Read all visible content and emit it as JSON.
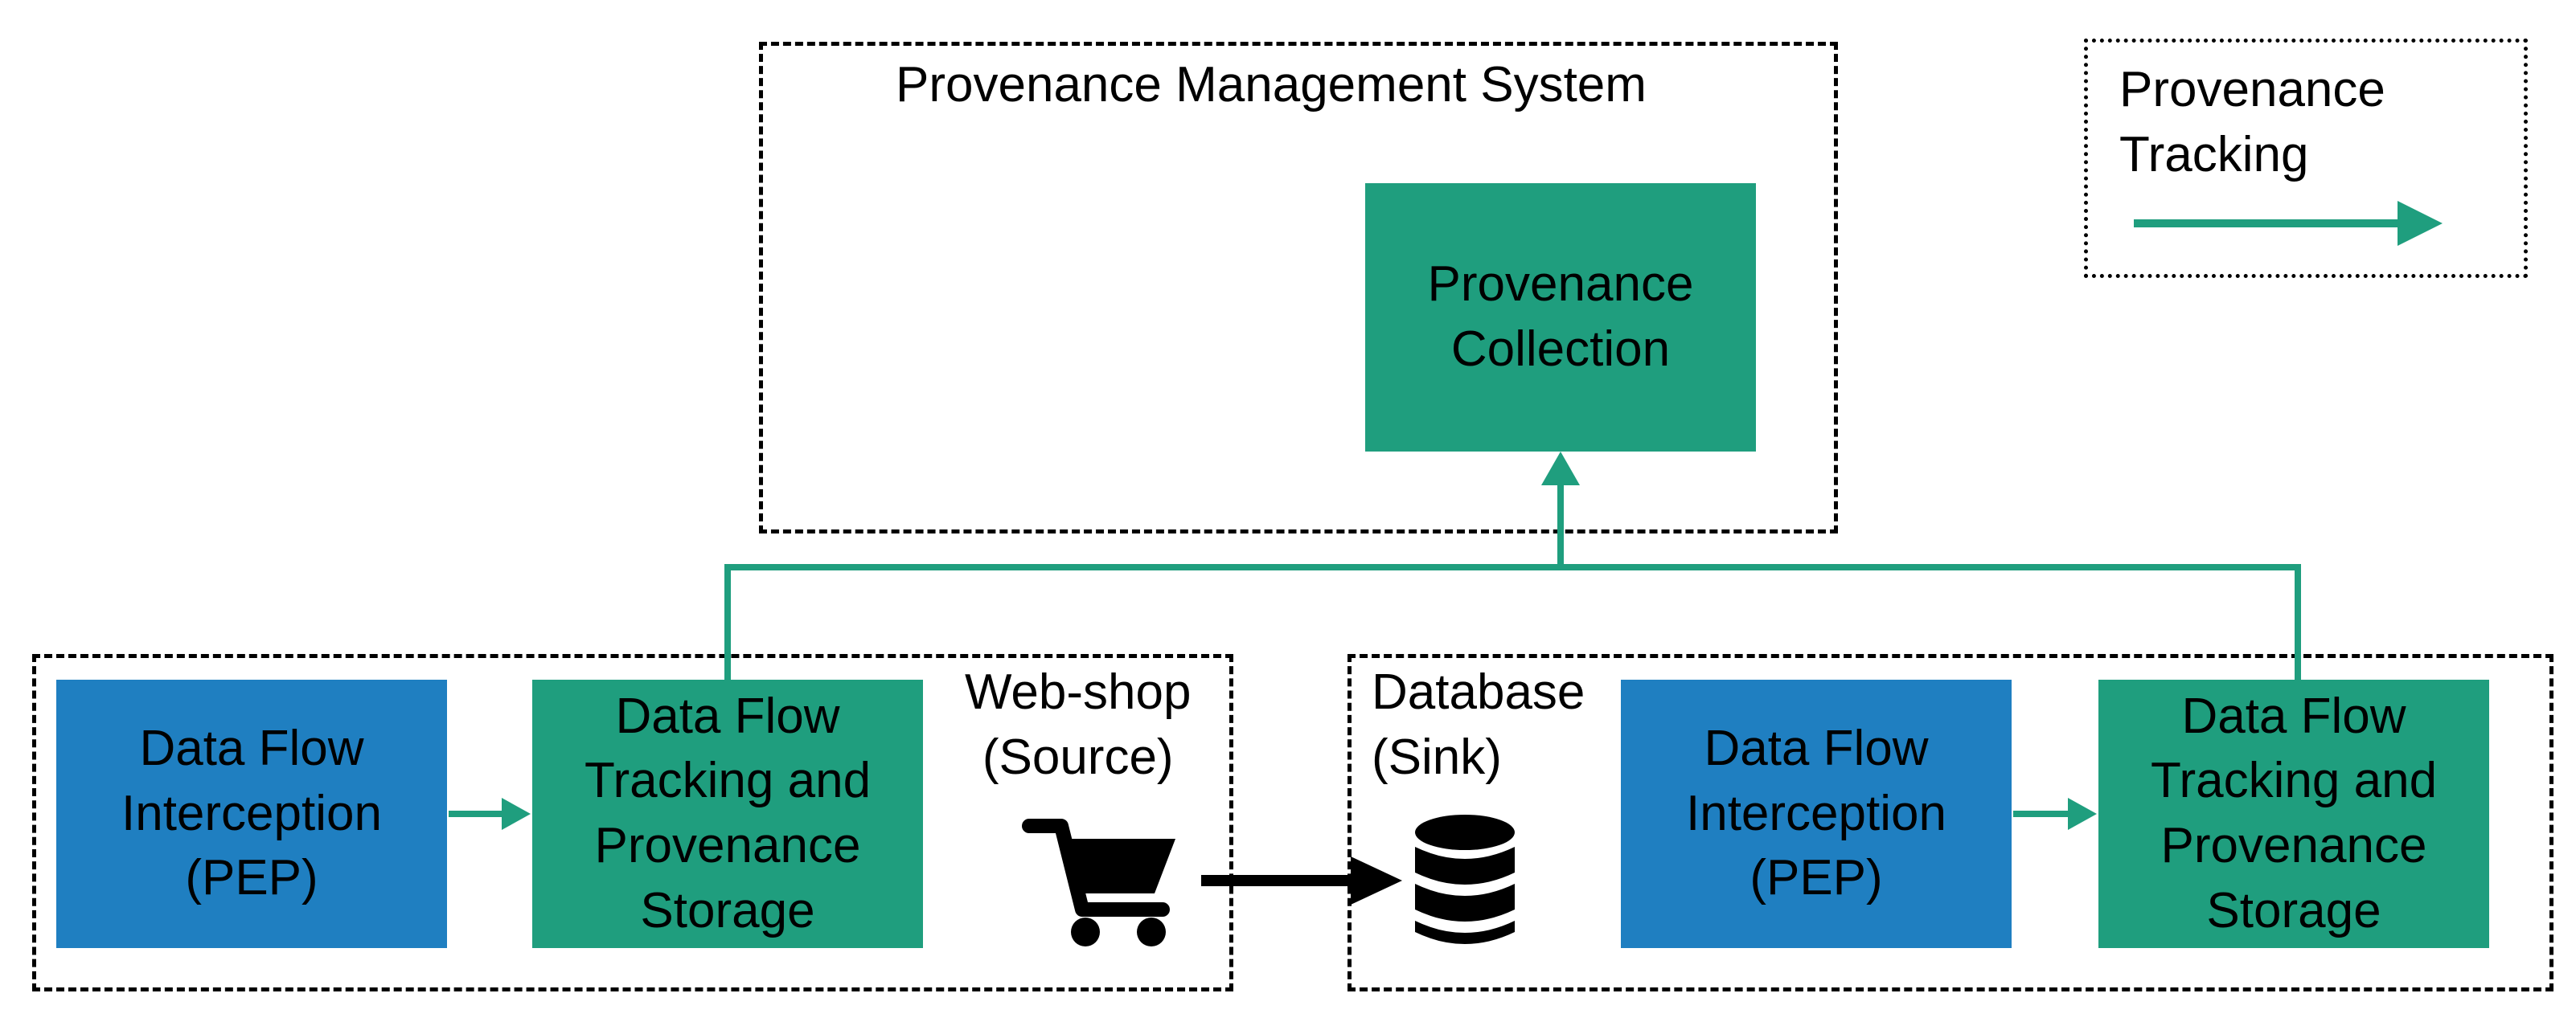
{
  "colors": {
    "interception_blue": "#1f7fc1",
    "tracking_green": "#1f9e7e",
    "data_flow_arrow": "#000000"
  },
  "pms": {
    "title": "Provenance Management System",
    "collection_label": "Provenance\nCollection"
  },
  "legend": {
    "label": "Provenance\nTracking",
    "arrow_icon": "green-right-arrow"
  },
  "webshop": {
    "label": "Web-shop\n(Source)",
    "interception_label": "Data Flow\nInterception\n(PEP)",
    "tracking_label": "Data Flow\nTracking and\nProvenance\nStorage",
    "icon": "shopping-cart-icon"
  },
  "database": {
    "label": "Database\n(Sink)",
    "interception_label": "Data Flow\nInterception\n(PEP)",
    "tracking_label": "Data Flow\nTracking and\nProvenance\nStorage",
    "icon": "database-icon"
  }
}
